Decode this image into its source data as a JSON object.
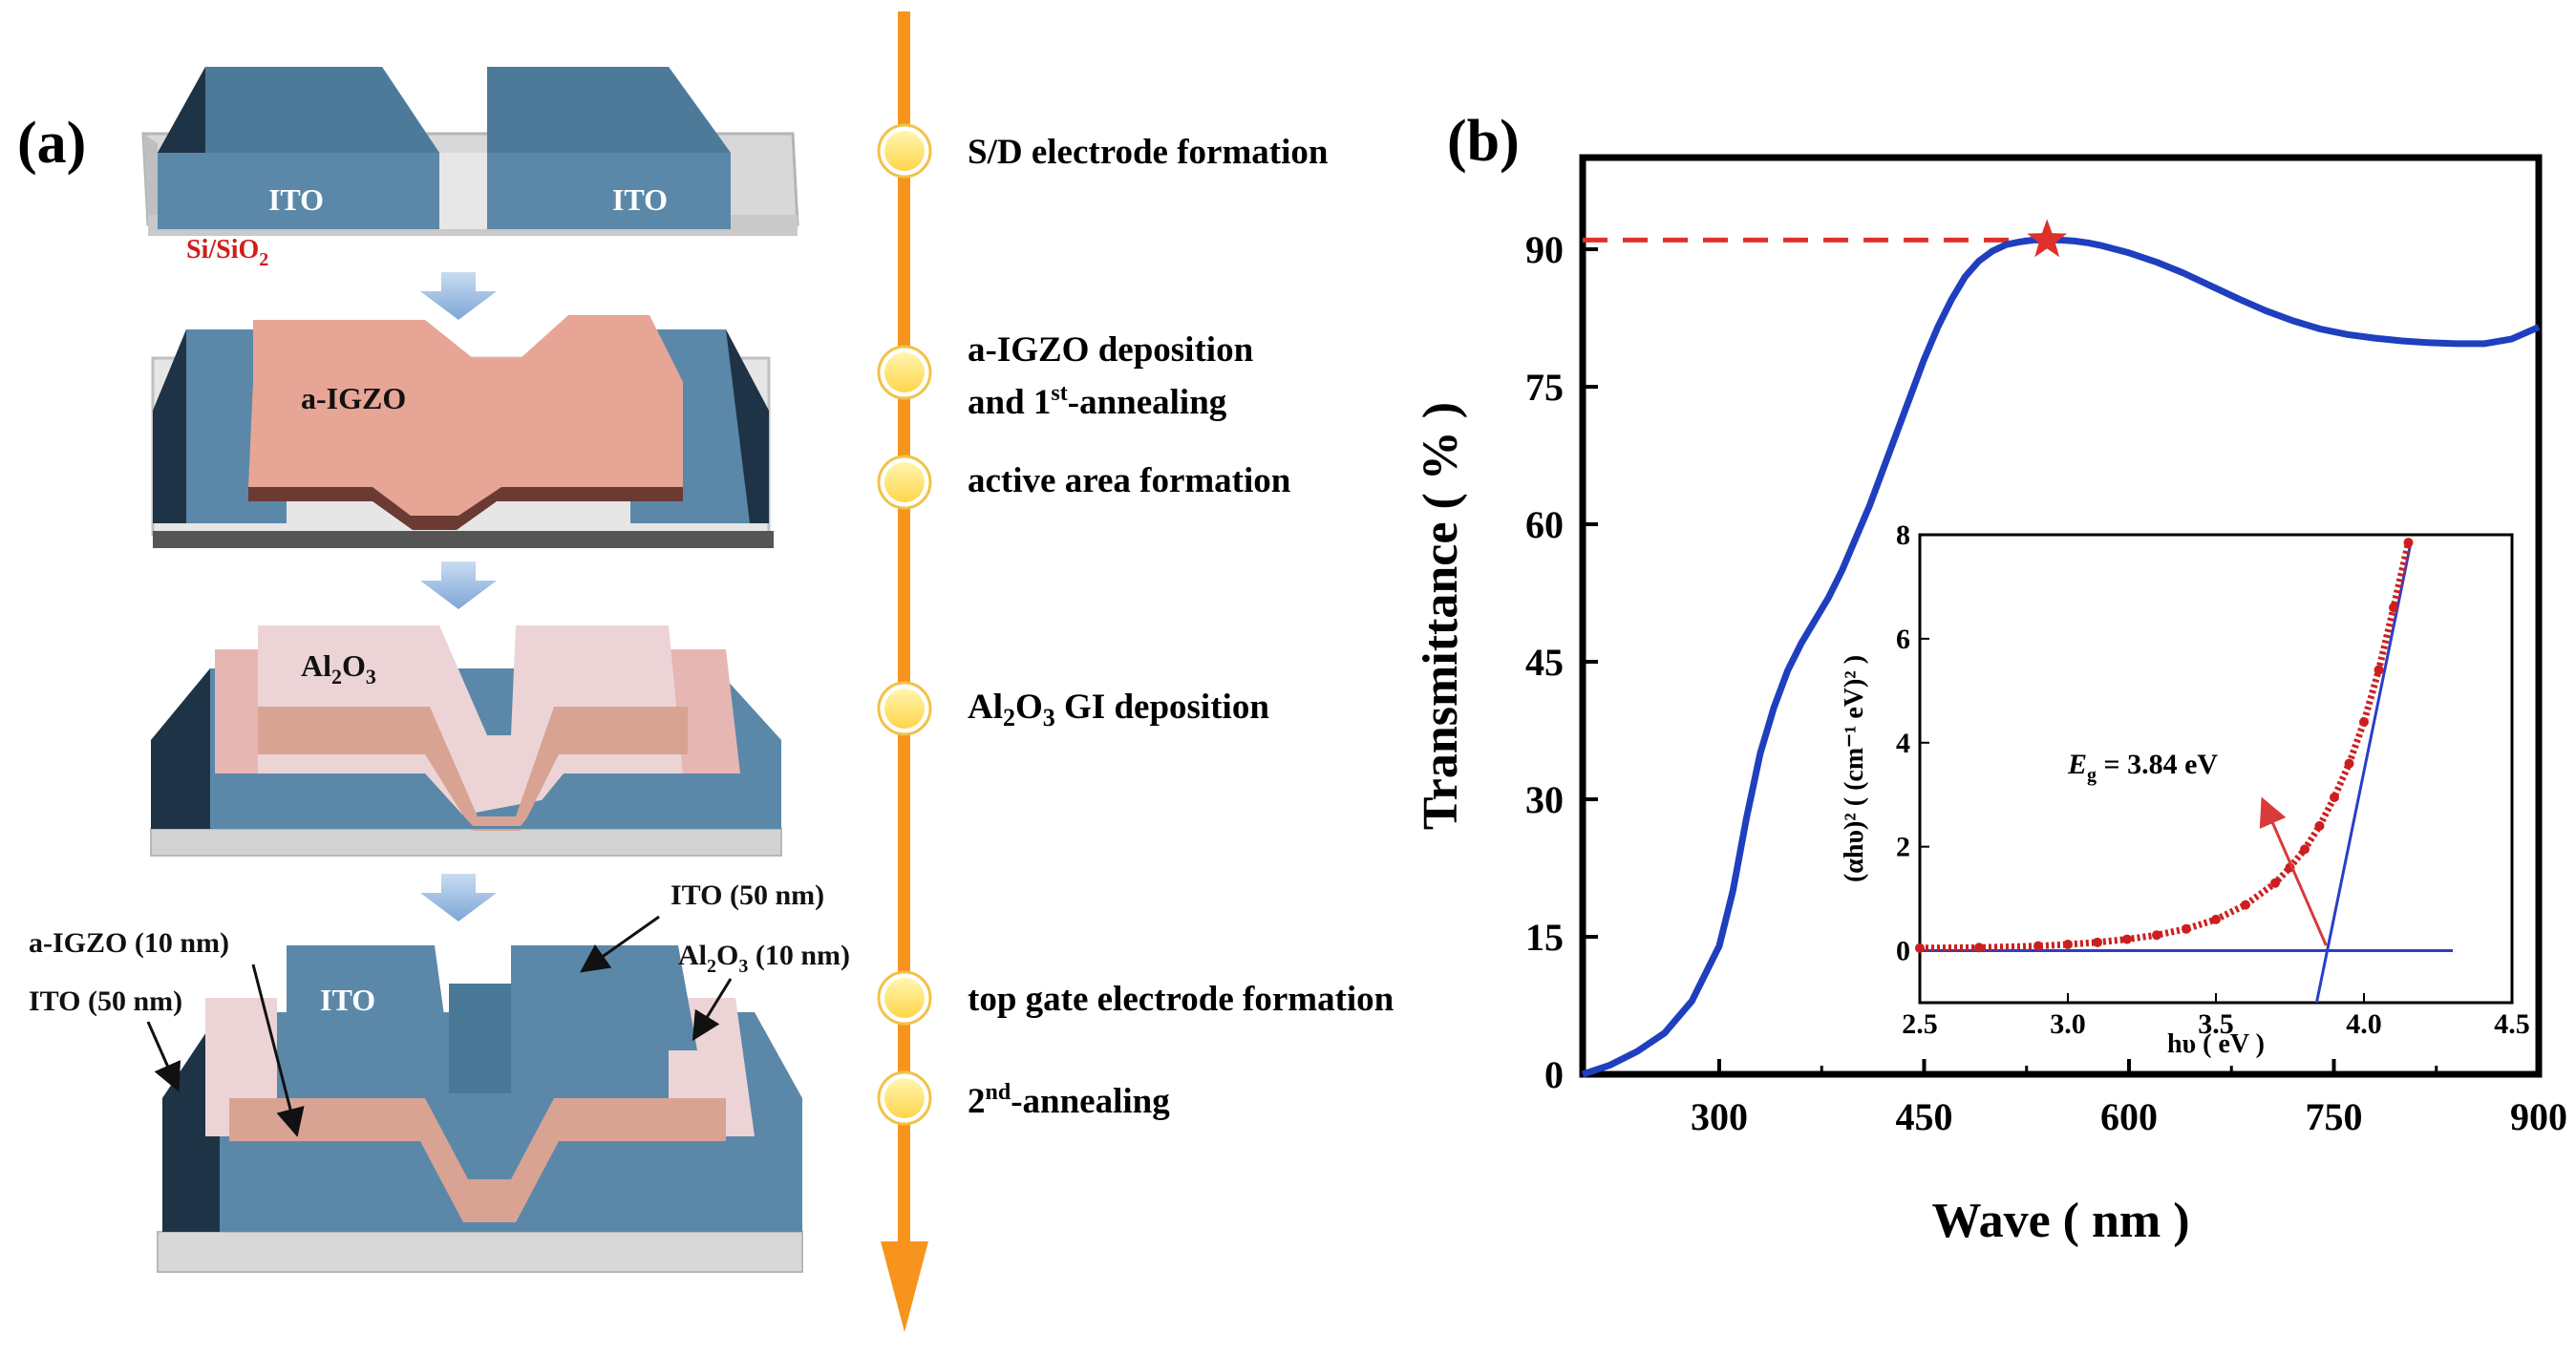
{
  "panel_a": {
    "label": "(a)",
    "substrate_label": "Si/SiO",
    "substrate_sub": "2",
    "ito": "ITO",
    "igzo": "a-IGZO",
    "al_main": "Al",
    "al_sub1": "2",
    "al_mid": "O",
    "al_sub2": "3",
    "final_ito_top": "ITO",
    "callout_ito50_top": "ITO (50 nm)",
    "callout_igzo": "a-IGZO (10 nm)",
    "callout_al_main": "Al",
    "callout_al_sub1": "2",
    "callout_al_mid": "O",
    "callout_al_sub2": "3",
    "callout_al_rest": " (10 nm)",
    "callout_ito50_left": "ITO (50 nm)"
  },
  "process_steps": {
    "step1": "S/D electrode formation",
    "step2_line1": "a-IGZO deposition",
    "step2_line2_pre": "and  1",
    "step2_line2_sup": "st",
    "step2_line2_post": "-annealing",
    "step3": "active area formation",
    "step4_main": "Al",
    "step4_sub1": "2",
    "step4_mid": "O",
    "step4_sub2": "3",
    "step4_rest": " GI deposition",
    "step5": "top gate electrode formation",
    "step6_pre": "2",
    "step6_sup": "nd",
    "step6_post": "-annealing"
  },
  "colors": {
    "timeline": "#f7941d",
    "node_fill": "#ffe066",
    "ito": "#5b88a8",
    "ito_dark": "#1f3346",
    "igzo": "#e7a596",
    "al2o3": "#ecd4d6",
    "substrate": "#e0e0e0",
    "arrow": "#8fb4dd",
    "curve_main": "#1f3fbf",
    "marker": "#e0302a",
    "dash": "#e0302a",
    "inset_data": "#cc1f1f",
    "inset_fit": "#2a3ec8"
  },
  "chart_data": [
    {
      "type": "line",
      "panel_label": "(b)",
      "xlabel": "Wave ( nm )",
      "ylabel": "Transmittance ( % )",
      "xlim": [
        200,
        900
      ],
      "ylim": [
        0,
        100
      ],
      "xticks": [
        "300",
        "450",
        "600",
        "750",
        "900"
      ],
      "yticks": [
        "0",
        "15",
        "30",
        "45",
        "60",
        "75",
        "90"
      ],
      "series": [
        {
          "x": [
            200,
            220,
            240,
            260,
            280,
            300,
            310,
            320,
            330,
            340,
            350,
            360,
            370,
            380,
            390,
            400,
            410,
            420,
            430,
            440,
            450,
            460,
            470,
            480,
            490,
            500,
            510,
            520,
            530,
            540,
            550,
            560,
            570,
            580,
            590,
            600,
            620,
            640,
            660,
            680,
            700,
            720,
            740,
            760,
            780,
            800,
            820,
            840,
            860,
            880,
            900
          ],
          "values": [
            0,
            1,
            2.5,
            4.5,
            8,
            14,
            20,
            28,
            35,
            40,
            44,
            47,
            49.5,
            52,
            55,
            58.5,
            62,
            66,
            70,
            74,
            78,
            81.5,
            84.5,
            87,
            88.7,
            89.8,
            90.5,
            90.8,
            91,
            91,
            91,
            90.9,
            90.7,
            90.4,
            90,
            89.6,
            88.6,
            87.4,
            86,
            84.6,
            83.3,
            82.2,
            81.3,
            80.7,
            80.3,
            80,
            79.8,
            79.7,
            79.7,
            80.2,
            81.5
          ]
        }
      ],
      "marker": {
        "x": 540,
        "y": 91,
        "shape": "star"
      },
      "dashed_reference": {
        "y": 91,
        "x_from": 200,
        "x_to": 540
      }
    },
    {
      "type": "scatter",
      "role": "inset",
      "xlabel": "hυ ( eV )",
      "ylabel": "(αhυ)² ( (cm⁻¹ eV)² )",
      "xlim": [
        2.5,
        4.5
      ],
      "ylim": [
        -1,
        8
      ],
      "xticks": [
        "2.5",
        "3.0",
        "3.5",
        "4.0",
        "4.5"
      ],
      "yticks": [
        "0",
        "2",
        "4",
        "6",
        "8"
      ],
      "annotation_main": "E",
      "annotation_sub": "g",
      "annotation_rest": " = 3.84 eV",
      "band_gap_eV": 3.84,
      "data": {
        "x": [
          2.5,
          2.7,
          2.9,
          3.0,
          3.1,
          3.2,
          3.3,
          3.4,
          3.5,
          3.6,
          3.7,
          3.75,
          3.8,
          3.85,
          3.9,
          3.95,
          4.0,
          4.05,
          4.1,
          4.15
        ],
        "values": [
          0.05,
          0.06,
          0.09,
          0.12,
          0.16,
          0.22,
          0.3,
          0.42,
          0.6,
          0.88,
          1.3,
          1.6,
          1.95,
          2.4,
          2.95,
          3.6,
          4.4,
          5.4,
          6.6,
          7.85
        ]
      },
      "fit_line": {
        "x": [
          3.84,
          4.16
        ],
        "values": [
          -1,
          7.9
        ]
      },
      "baseline": {
        "x": [
          2.5,
          4.3
        ],
        "values": [
          0,
          0
        ]
      }
    }
  ]
}
